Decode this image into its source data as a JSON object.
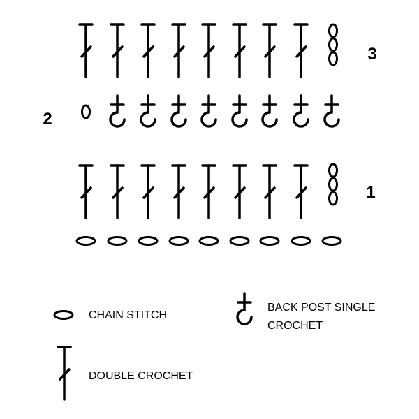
{
  "diagram": {
    "type": "crochet-chart",
    "foundation": {
      "stitch": "chain",
      "count": 9
    },
    "rows": [
      {
        "label": "1",
        "turning_chain": 3,
        "stitches": [
          "dc",
          "dc",
          "dc",
          "dc",
          "dc",
          "dc",
          "dc",
          "dc"
        ]
      },
      {
        "label": "2",
        "turning_chain": 1,
        "stitches": [
          "bpsc",
          "bpsc",
          "bpsc",
          "bpsc",
          "bpsc",
          "bpsc",
          "bpsc",
          "bpsc"
        ]
      },
      {
        "label": "3",
        "turning_chain": 3,
        "stitches": [
          "dc",
          "dc",
          "dc",
          "dc",
          "dc",
          "dc",
          "dc",
          "dc"
        ]
      }
    ]
  },
  "legend": {
    "chain": "CHAIN STITCH",
    "bpsc_line1": "BACK POST SINGLE",
    "bpsc_line2": "CROCHET",
    "dc": "DOUBLE CROCHET"
  },
  "colors": {
    "ink": "#000000",
    "background": "#ffffff"
  }
}
